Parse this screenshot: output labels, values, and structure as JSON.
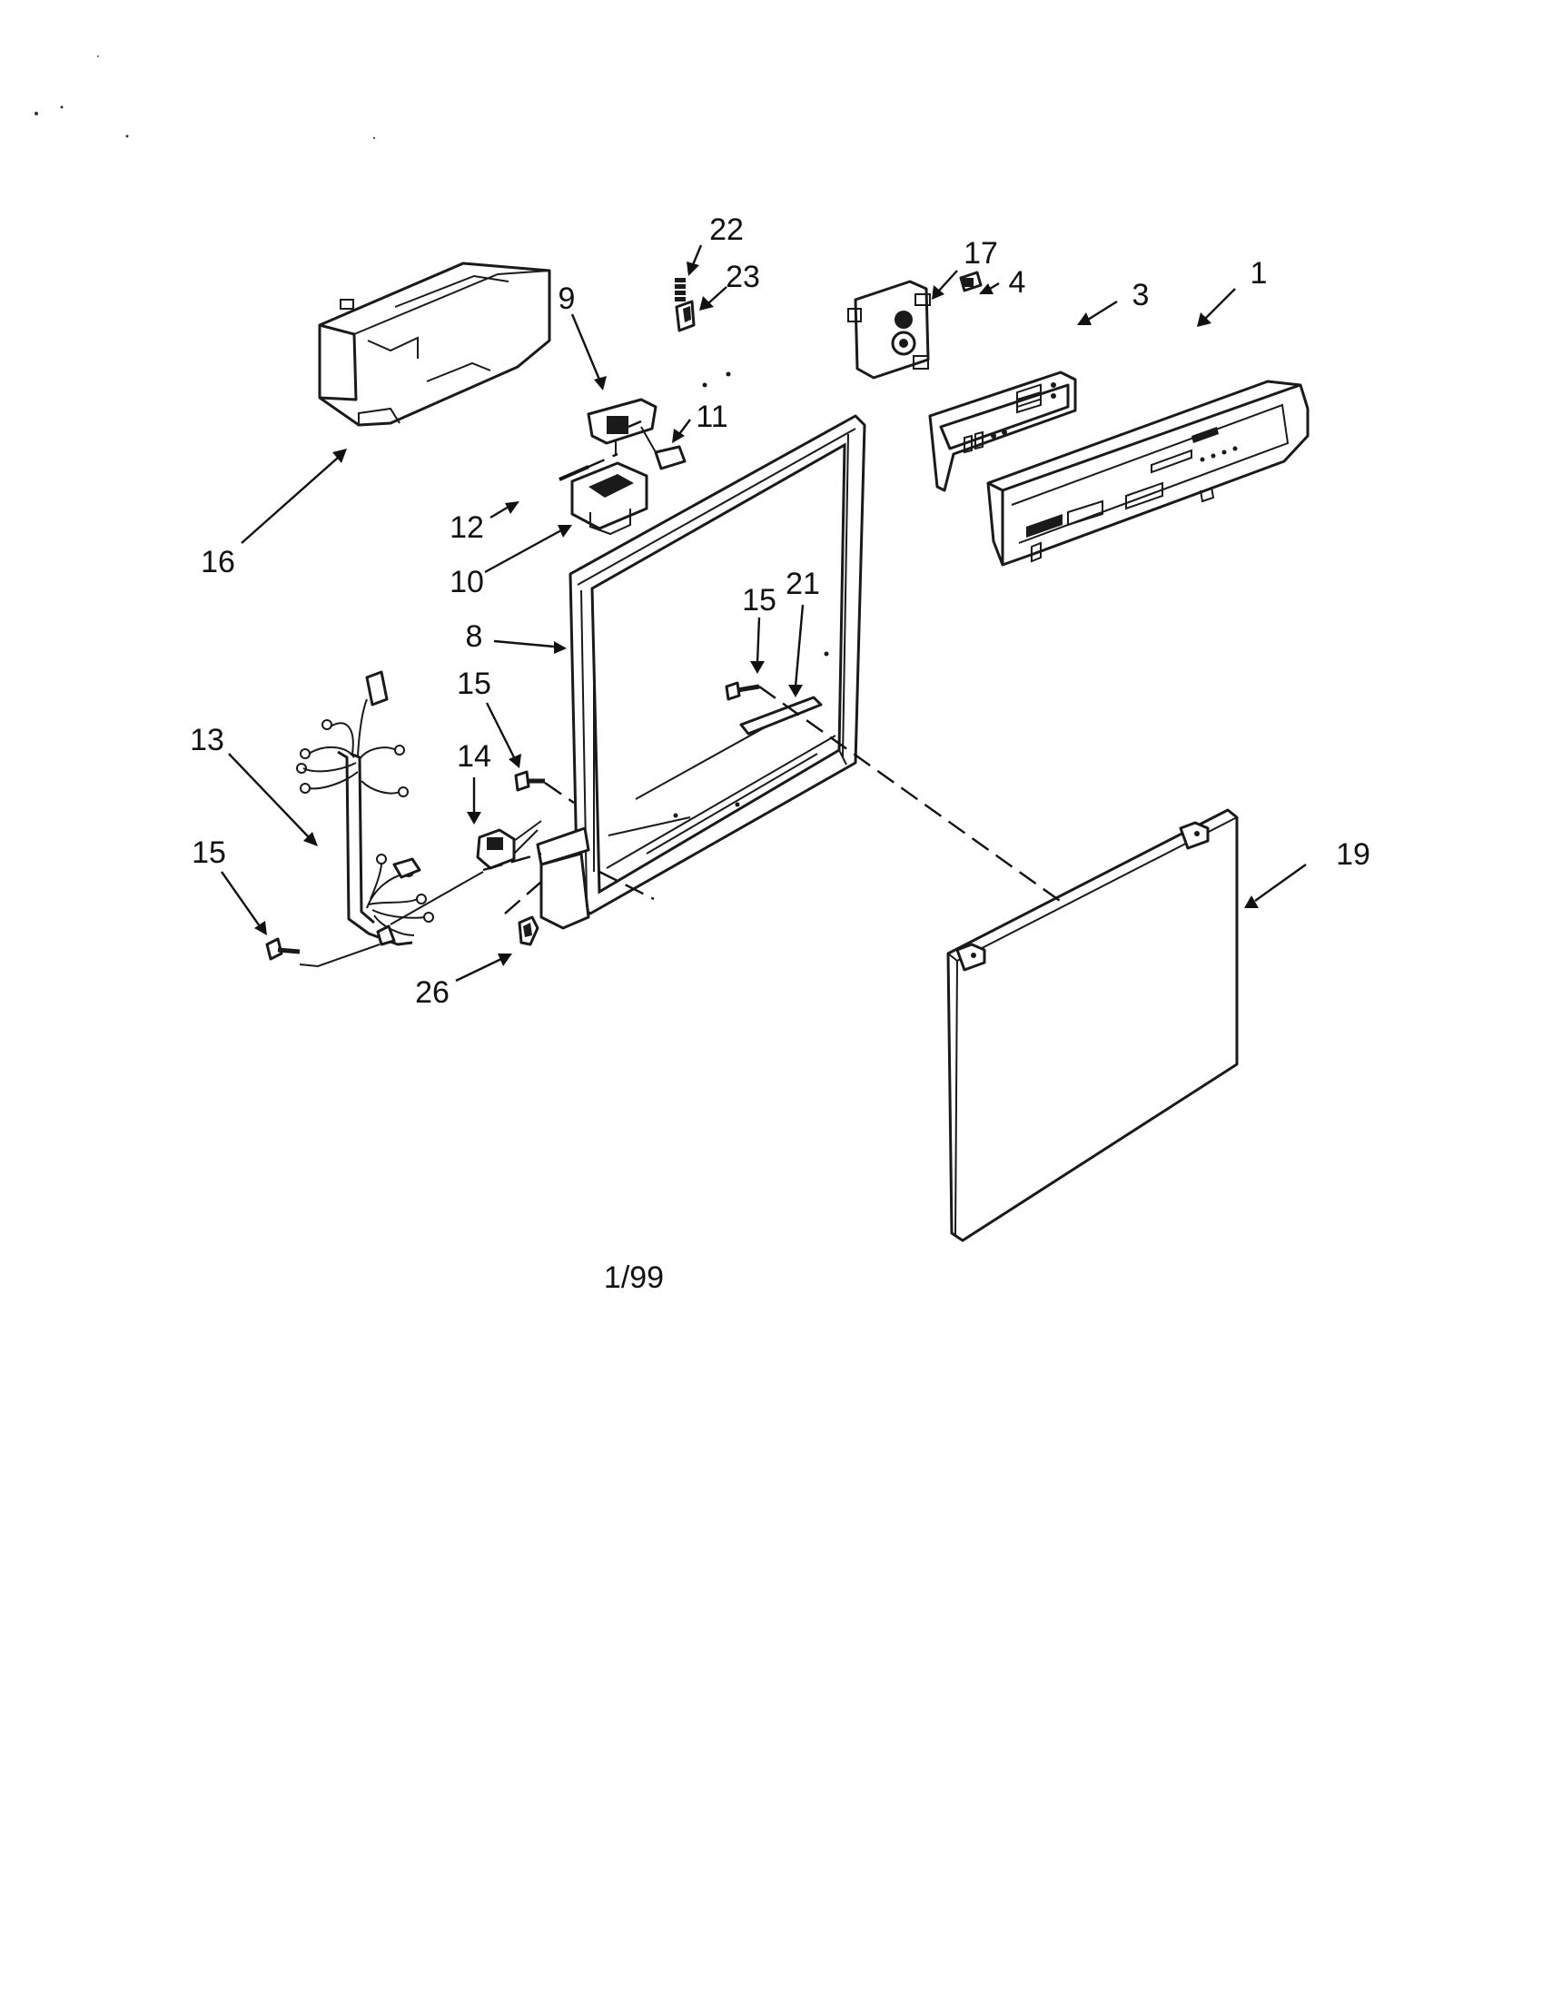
{
  "diagram": {
    "type": "exploded parts diagram",
    "date_code": "1/99",
    "callouts": [
      {
        "id": "c1",
        "text": "1"
      },
      {
        "id": "c3",
        "text": "3"
      },
      {
        "id": "c4",
        "text": "4"
      },
      {
        "id": "c8",
        "text": "8"
      },
      {
        "id": "c9",
        "text": "9"
      },
      {
        "id": "c10",
        "text": "10"
      },
      {
        "id": "c11",
        "text": "11"
      },
      {
        "id": "c12",
        "text": "12"
      },
      {
        "id": "c13",
        "text": "13"
      },
      {
        "id": "c14",
        "text": "14"
      },
      {
        "id": "c15a",
        "text": "15"
      },
      {
        "id": "c15b",
        "text": "15"
      },
      {
        "id": "c15c",
        "text": "15"
      },
      {
        "id": "c16",
        "text": "16"
      },
      {
        "id": "c17",
        "text": "17"
      },
      {
        "id": "c19",
        "text": "19"
      },
      {
        "id": "c21",
        "text": "21"
      },
      {
        "id": "c22",
        "text": "22"
      },
      {
        "id": "c23",
        "text": "23"
      },
      {
        "id": "c26",
        "text": "26"
      }
    ],
    "parts": [
      {
        "callout": "1",
        "shape": "control-panel-icon"
      },
      {
        "callout": "3",
        "shape": "console-overlay-icon"
      },
      {
        "callout": "4",
        "shape": "clip-icon"
      },
      {
        "callout": "8",
        "shape": "door-frame-icon"
      },
      {
        "callout": "9",
        "shape": "latch-icon"
      },
      {
        "callout": "10",
        "shape": "latch-bracket-icon"
      },
      {
        "callout": "11",
        "shape": "switch-icon"
      },
      {
        "callout": "12",
        "shape": "pin-icon"
      },
      {
        "callout": "13",
        "shape": "wire-harness-icon"
      },
      {
        "callout": "14",
        "shape": "connector-icon"
      },
      {
        "callout": "15",
        "shape": "screw-icon"
      },
      {
        "callout": "16",
        "shape": "shield-cover-icon"
      },
      {
        "callout": "17",
        "shape": "switch-assembly-icon"
      },
      {
        "callout": "19",
        "shape": "door-panel-icon"
      },
      {
        "callout": "21",
        "shape": "strip-icon"
      },
      {
        "callout": "22",
        "shape": "spring-icon"
      },
      {
        "callout": "23",
        "shape": "clip-icon"
      },
      {
        "callout": "26",
        "shape": "clip-icon"
      }
    ]
  }
}
